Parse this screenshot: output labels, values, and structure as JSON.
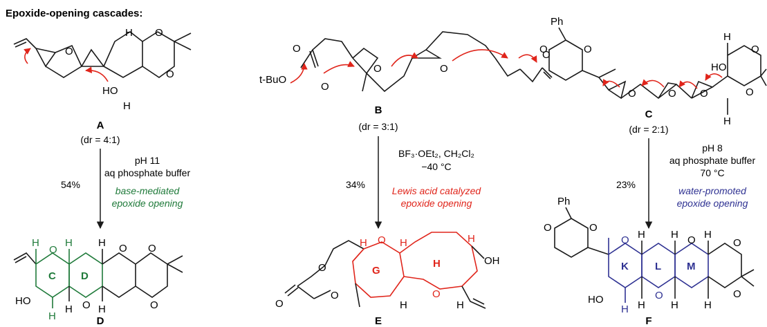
{
  "title": "Epoxide-opening cascades:",
  "colors": {
    "ink": "#1a1a1a",
    "arrow": "#e0251b",
    "green": "#1f7a3a",
    "red": "#e0251b",
    "blue": "#2e3192"
  },
  "atoms": {
    "O": "O",
    "H": "H",
    "HO": "HO",
    "OH": "OH",
    "Ph": "Ph",
    "tBuO": "t-BuO"
  },
  "reactions": [
    {
      "start": "A",
      "dr": "(dr = 4:1)",
      "conditions": [
        "pH 11",
        "aq phosphate buffer"
      ],
      "yield": "54%",
      "note": [
        "base-mediated",
        "epoxide opening"
      ],
      "product": "D",
      "rings": [
        "C",
        "D"
      ]
    },
    {
      "start": "B",
      "dr": "(dr = 3:1)",
      "conditions": [
        "BF₃·OEt₂, CH₂Cl₂",
        "−40 °C"
      ],
      "yield": "34%",
      "note": [
        "Lewis acid catalyzed",
        "epoxide opening"
      ],
      "product": "E",
      "rings": [
        "G",
        "H"
      ]
    },
    {
      "start": "C",
      "dr": "(dr = 2:1)",
      "conditions": [
        "pH 8",
        "aq phosphate buffer",
        "70 °C"
      ],
      "yield": "23%",
      "note": [
        "water-promoted",
        "epoxide opening"
      ],
      "product": "F",
      "rings": [
        "K",
        "L",
        "M"
      ]
    }
  ]
}
